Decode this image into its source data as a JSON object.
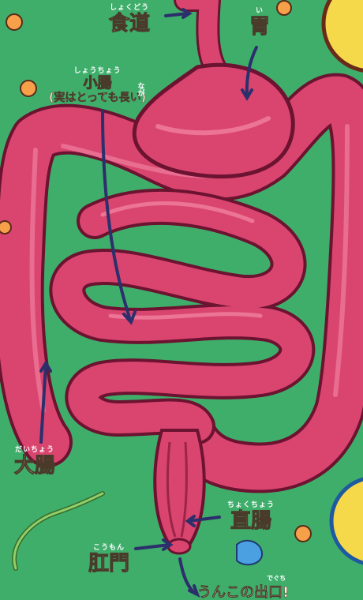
{
  "labels": {
    "esophagus": {
      "ruby": "しょくどう",
      "text": "食道"
    },
    "stomach": {
      "ruby": "い",
      "text": "胃"
    },
    "small_intestine": {
      "ruby": "しょうちょう",
      "text": "小腸",
      "note_ruby": "なが",
      "note": "(実はとっても長い)"
    },
    "large_intestine": {
      "ruby": "だいちょう",
      "text": "大腸"
    },
    "rectum": {
      "ruby": "ちょくちょう",
      "text": "直腸"
    },
    "anus": {
      "ruby": "こうもん",
      "text": "肛門"
    },
    "exit": {
      "ruby": "でぐち",
      "text": "うんこの出口!"
    }
  },
  "colors": {
    "background": "#3fae6b",
    "organ": "#d9456f",
    "organ_dark": "#9b2448",
    "organ_light": "#f07f9f",
    "arrow": "#2c2f6b",
    "label": "#fff6d8"
  }
}
